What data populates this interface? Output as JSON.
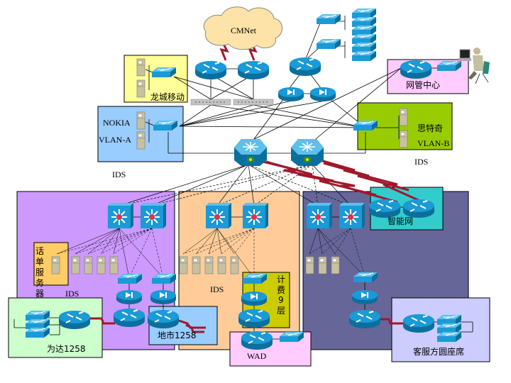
{
  "diagram": {
    "title": "Network topology",
    "colors": {
      "device_blue": "#1a9ad6",
      "device_dark": "#0b6f9e",
      "wan_link": "#a0182c",
      "cloud_fill": "#fde3a7",
      "zone_purple": "#cc99ff",
      "zone_orange": "#ffcc99",
      "zone_slate": "#666699",
      "zone_yellow": "#ffff99",
      "zone_blue": "#99ccff",
      "zone_green": "#99cc00",
      "zone_pink": "#ffccff",
      "zone_teal": "#33cccc",
      "zone_lightgreen": "#ccffcc",
      "zone_lavender": "#ccccff",
      "zone_olive": "#cccc00",
      "zone_billing_orange": "#ffcc66"
    },
    "cloud": {
      "label": "CMNet"
    },
    "zones": {
      "longcheng": {
        "label": "龙城移动"
      },
      "nokia": {
        "label": "NOKIA",
        "vlan": "VLAN-A",
        "ids": "IDS"
      },
      "sitech": {
        "label": "思特奇",
        "vlan": "VLAN-B",
        "ids": "IDS"
      },
      "nms": {
        "label": "网管中心"
      },
      "intelligent": {
        "label": "智能网"
      },
      "billing_server": {
        "label": "话单服务器",
        "chars": [
          "话",
          "单",
          "服",
          "务",
          "器"
        ]
      },
      "left_ids": {
        "label": "IDS"
      },
      "mid_ids": {
        "label": "IDS"
      },
      "billing9": {
        "label": "计费9层",
        "chars": [
          "计",
          "费",
          "9",
          "层"
        ]
      },
      "weida": {
        "label": "为达1258"
      },
      "dishi": {
        "label": "地市1258"
      },
      "wad": {
        "label": "WAD"
      },
      "kefu": {
        "label": "客服方圆座席"
      }
    },
    "legend_icons": [
      "router-icon",
      "switch-icon",
      "multilayer-switch-icon",
      "core-switch-icon",
      "server-icon",
      "firewall-icon",
      "pix-icon",
      "workstation-user-icon",
      "cloud-icon",
      "wan-link-icon"
    ]
  }
}
